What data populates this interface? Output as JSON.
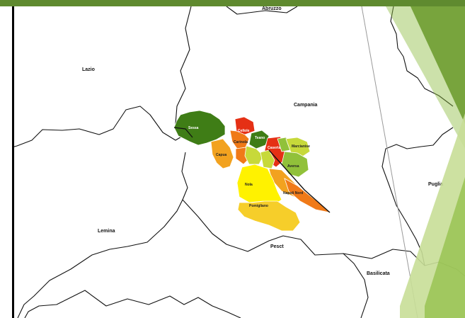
{
  "map": {
    "regions": {
      "lazio": "Lazio",
      "abruzzo": "Abruzzo",
      "campania": "Campania",
      "puglia": "Puglia",
      "lemina": "Lemina",
      "basilicata": "Basilicata",
      "pesct": "Pesct"
    },
    "municipalities": {
      "m1": "Sessa",
      "m2": "Cellole",
      "m3": "Carinola",
      "m4": "Teano",
      "m5": "Capua",
      "m6": "Caserta",
      "m7": "Marcianise",
      "m8": "Aversa",
      "m9": "Napoli Nord",
      "m10": "Nola",
      "m11": "Pomigliano"
    }
  },
  "colors": {
    "topbar": "#5f8a2f",
    "accent_dark": "#5f8a2f",
    "accent_mid": "#8fbd43",
    "accent_light": "#c8de97",
    "choropleth": [
      "#3f7d16",
      "#e53015",
      "#f07a18",
      "#f2a21f",
      "#f6ce2a",
      "#fff200",
      "#c7d93a",
      "#91c13a"
    ]
  }
}
